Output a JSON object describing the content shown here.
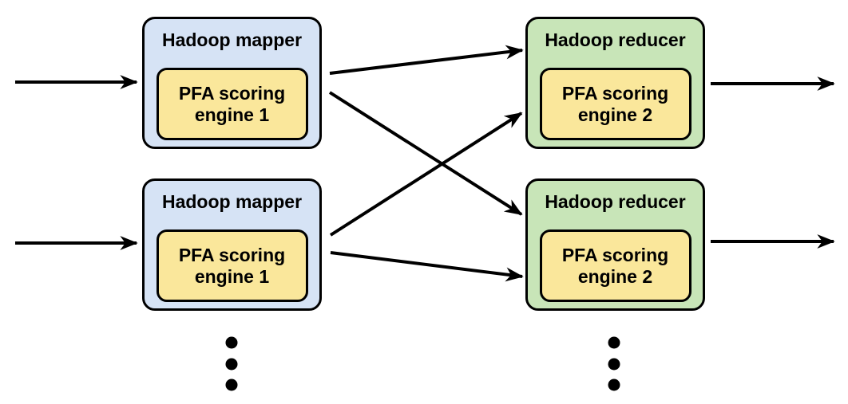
{
  "diagram": {
    "background": "#ffffff",
    "colors": {
      "mapper_fill": "#d6e3f5",
      "reducer_fill": "#c8e5b8",
      "engine_fill": "#fae79b",
      "border": "#000000",
      "arrow": "#000000"
    },
    "nodes": [
      {
        "id": "mapper-1",
        "type": "mapper",
        "title": "Hadoop mapper",
        "engine_label": "PFA scoring engine 1"
      },
      {
        "id": "mapper-2",
        "type": "mapper",
        "title": "Hadoop mapper",
        "engine_label": "PFA scoring engine 1"
      },
      {
        "id": "reducer-1",
        "type": "reducer",
        "title": "Hadoop reducer",
        "engine_label": "PFA scoring engine 2"
      },
      {
        "id": "reducer-2",
        "type": "reducer",
        "title": "Hadoop reducer",
        "engine_label": "PFA scoring engine 2"
      }
    ],
    "edges": [
      {
        "from": "input",
        "to": "mapper-1"
      },
      {
        "from": "input",
        "to": "mapper-2"
      },
      {
        "from": "mapper-1",
        "to": "reducer-1"
      },
      {
        "from": "mapper-1",
        "to": "reducer-2"
      },
      {
        "from": "mapper-2",
        "to": "reducer-1"
      },
      {
        "from": "mapper-2",
        "to": "reducer-2"
      },
      {
        "from": "reducer-1",
        "to": "output"
      },
      {
        "from": "reducer-2",
        "to": "output"
      }
    ],
    "ellipsis": {
      "glyph": "vertical-three-dots",
      "below_columns": [
        "mapper",
        "reducer"
      ]
    }
  }
}
